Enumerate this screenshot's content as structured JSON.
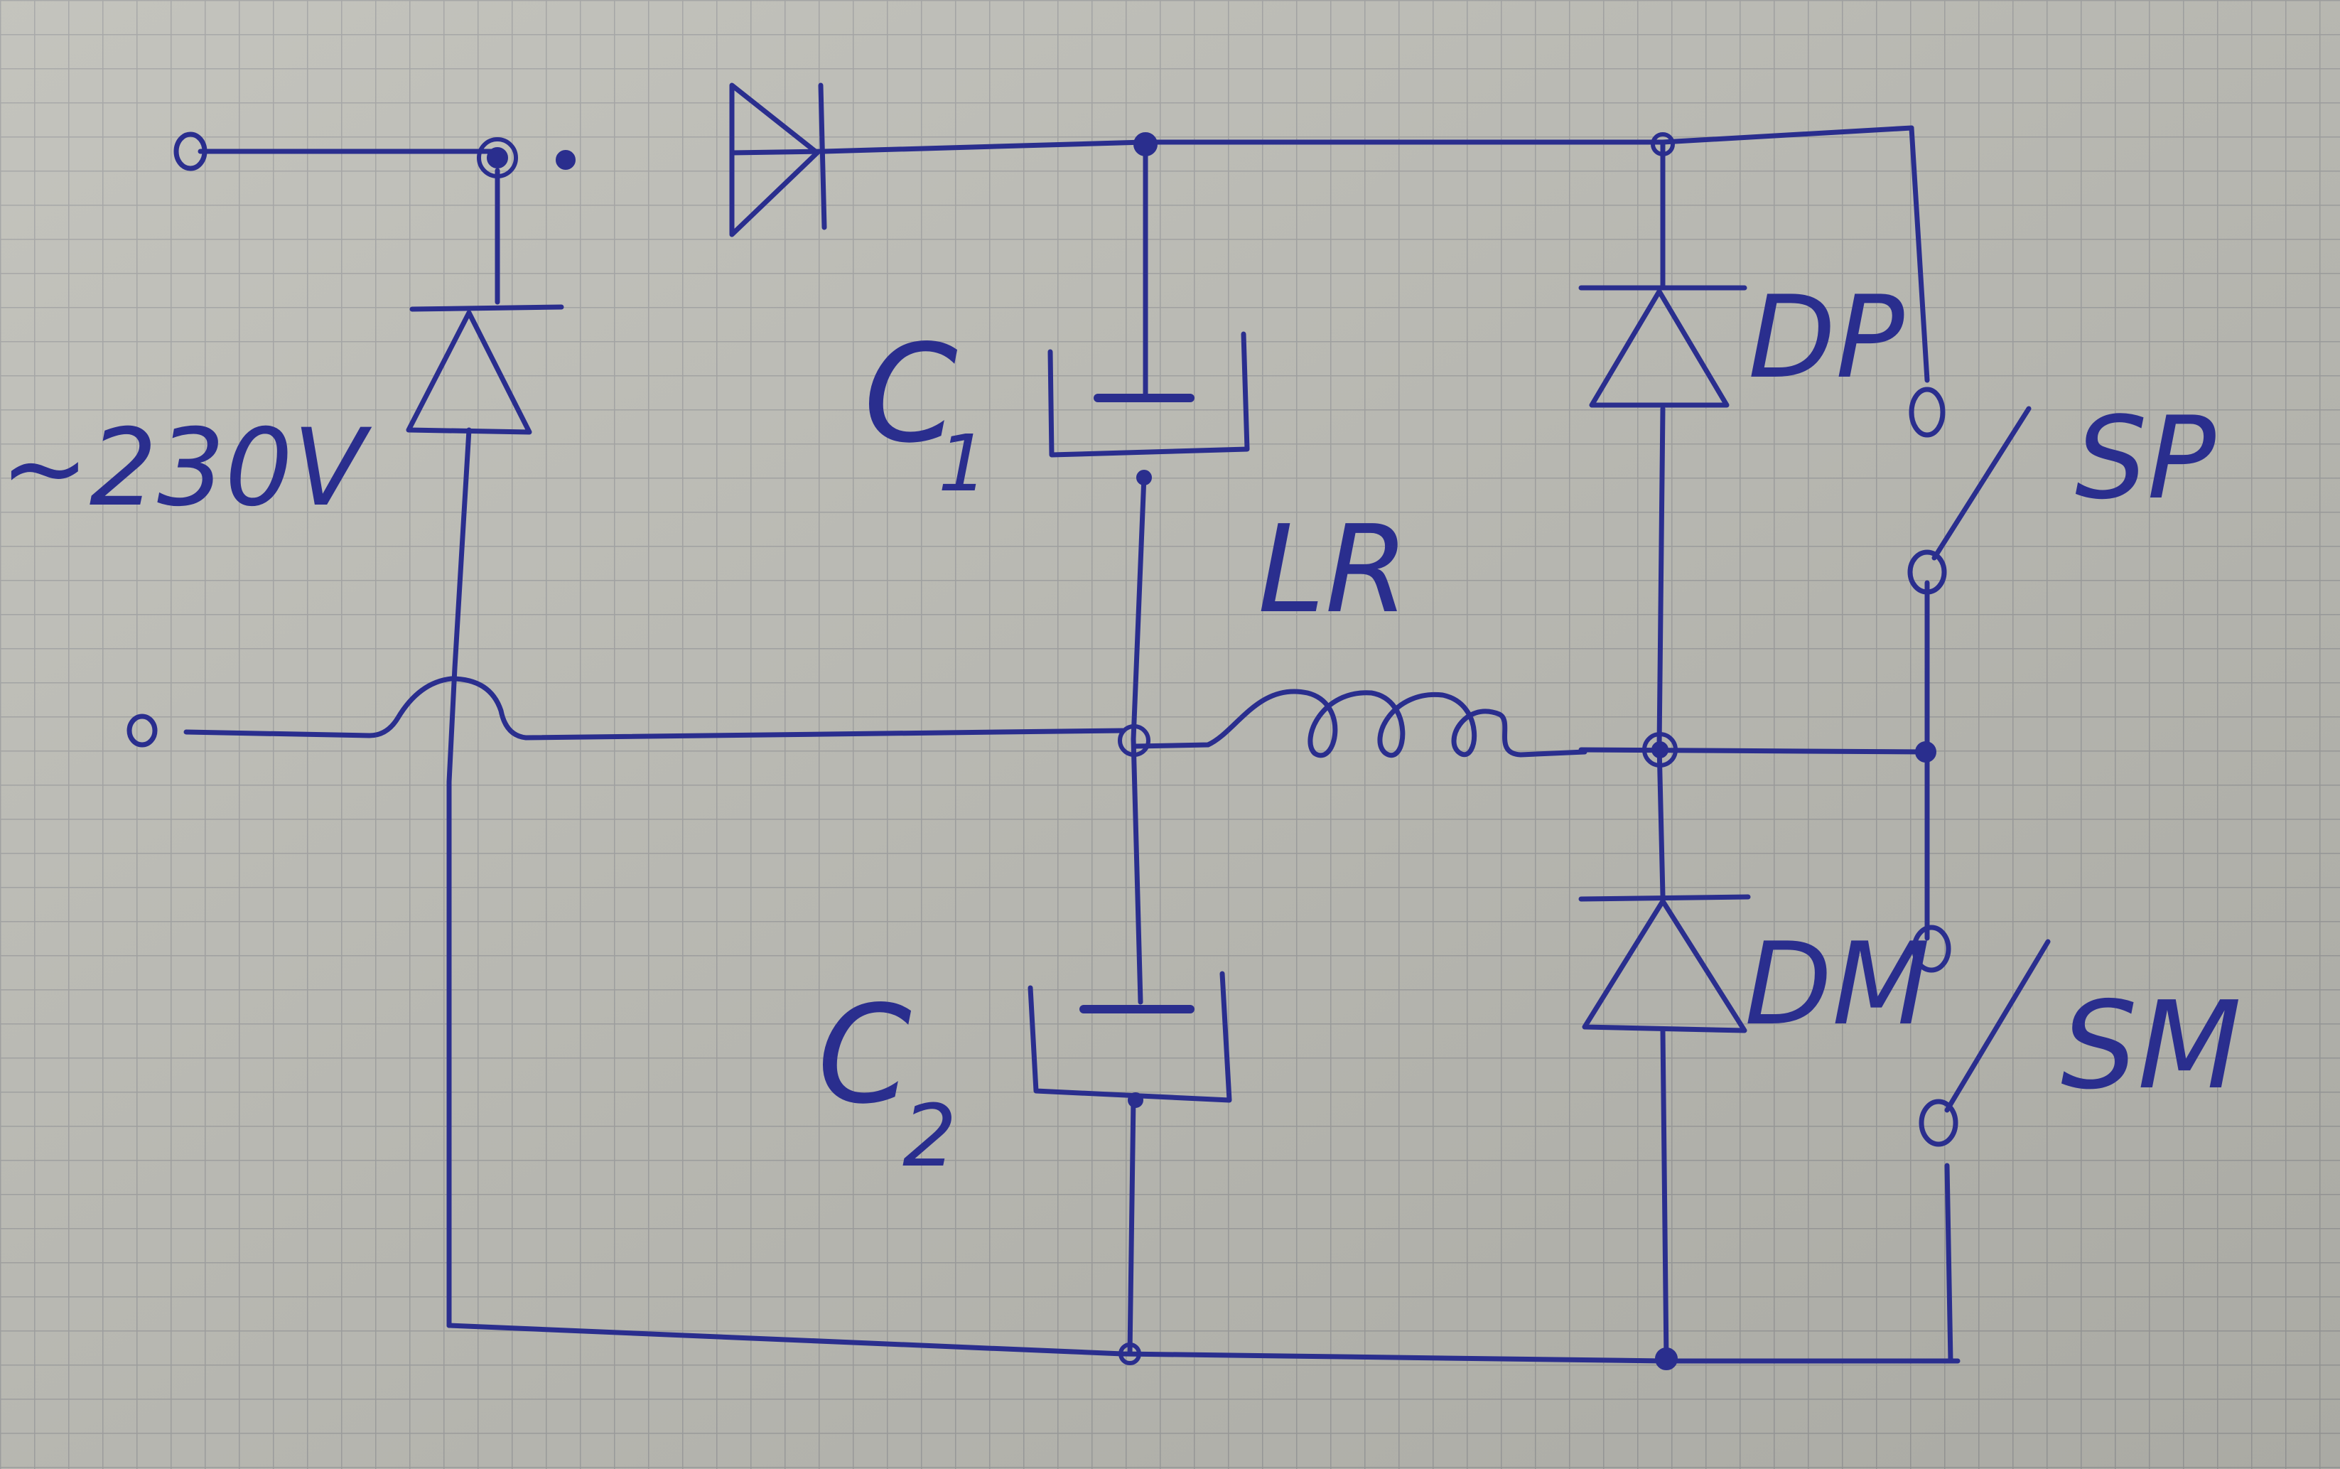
{
  "diagram": {
    "labels": {
      "source": "~230V",
      "c1_letter": "C",
      "c1_index": "1",
      "c2_letter": "C",
      "c2_index": "2",
      "inductor": "LR",
      "diode_plus": "DP",
      "diode_minus": "DM",
      "switch_plus": "SP",
      "switch_minus": "SM"
    },
    "colors": {
      "ink": "#2a2e8e",
      "paper": "#bdbdb6",
      "grid": "#9fa0a0"
    }
  }
}
